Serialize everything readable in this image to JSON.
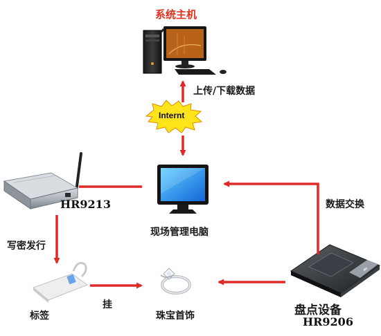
{
  "nodes": {
    "host": {
      "label": "系统主机"
    },
    "internet": {
      "label": "Internt"
    },
    "pc": {
      "label": "现场管理电脑"
    },
    "reader_fixed": {
      "model": "HR9213"
    },
    "tag": {
      "label": "标签"
    },
    "jewelry": {
      "label": "珠宝首饰"
    },
    "handheld": {
      "label": "盘点设备",
      "model": "HR9206"
    }
  },
  "edges": {
    "upload_download": {
      "label": "上传/下载数据"
    },
    "data_exchange": {
      "label": "数据交换"
    },
    "write_issue": {
      "label": "写密发行"
    },
    "hang": {
      "label": "挂"
    }
  },
  "colors": {
    "arrow": "#e02a28"
  }
}
